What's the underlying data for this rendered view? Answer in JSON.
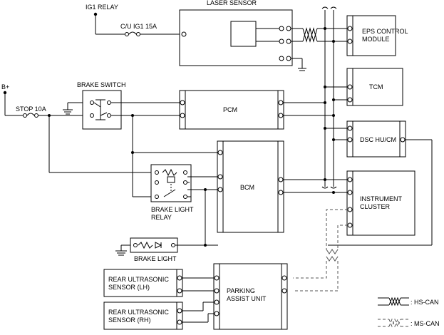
{
  "labels": {
    "ig1_relay": "IG1 RELAY",
    "cu_ig1_fuse": "C/U IG1 15A",
    "laser_sensor": "LASER SENSOR",
    "eps_control_module": [
      "EPS CONTROL",
      "MODULE"
    ],
    "tcm": "TCM",
    "dsc_hu_cm": "DSC HU/CM",
    "instrument_cluster": [
      "INSTRUMENT",
      "CLUSTER"
    ],
    "battery": "B+",
    "stop_fuse": "STOP 10A",
    "brake_switch": "BRAKE SWITCH",
    "pcm": "PCM",
    "bcm": "BCM",
    "brake_light_relay": [
      "BRAKE LIGHT",
      "RELAY"
    ],
    "brake_light": "BRAKE LIGHT",
    "rear_sensor_lh": [
      "REAR ULTRASONIC",
      "SENSOR (LH)"
    ],
    "rear_sensor_rh": [
      "REAR ULTRASONIC",
      "SENSOR (RH)"
    ],
    "parking_assist_unit": [
      "PARKING",
      "ASSIST UNIT"
    ]
  },
  "legend": {
    "hs_can": ": HS-CAN",
    "ms_can": ": MS-CAN"
  }
}
